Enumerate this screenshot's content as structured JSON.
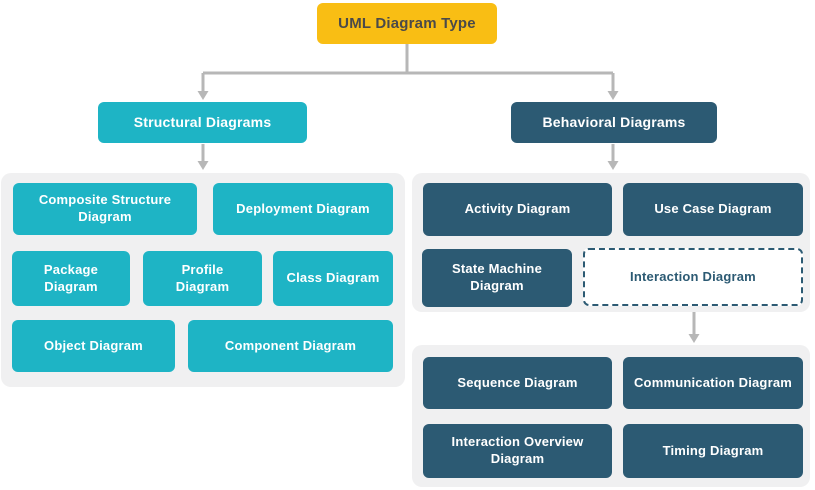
{
  "colors": {
    "root_fill": "#F9BE14",
    "root_text": "#4A4A4A",
    "structural_fill": "#1EB4C5",
    "behavioral_fill": "#2C5A73",
    "panel_fill": "#F0F0F1",
    "connector": "#B7B7B7",
    "node_text": "#FFFFFF",
    "dashed_border": "#2C5A73"
  },
  "root": {
    "label": "UML Diagram Type"
  },
  "structural": {
    "label": "Structural Diagrams",
    "children": [
      {
        "label": "Composite Structure Diagram"
      },
      {
        "label": "Deployment Diagram"
      },
      {
        "label": "Package Diagram"
      },
      {
        "label": "Profile Diagram"
      },
      {
        "label": "Class Diagram"
      },
      {
        "label": "Object Diagram"
      },
      {
        "label": "Component Diagram"
      }
    ]
  },
  "behavioral": {
    "label": "Behavioral Diagrams",
    "children": [
      {
        "label": "Activity Diagram"
      },
      {
        "label": "Use Case Diagram"
      },
      {
        "label": "State Machine Diagram"
      },
      {
        "label": "Interaction Diagram",
        "variant": "dashed-outline"
      }
    ],
    "interaction_children": [
      {
        "label": "Sequence Diagram"
      },
      {
        "label": "Communication Diagram"
      },
      {
        "label": "Interaction Overview Diagram"
      },
      {
        "label": "Timing Diagram"
      }
    ]
  }
}
